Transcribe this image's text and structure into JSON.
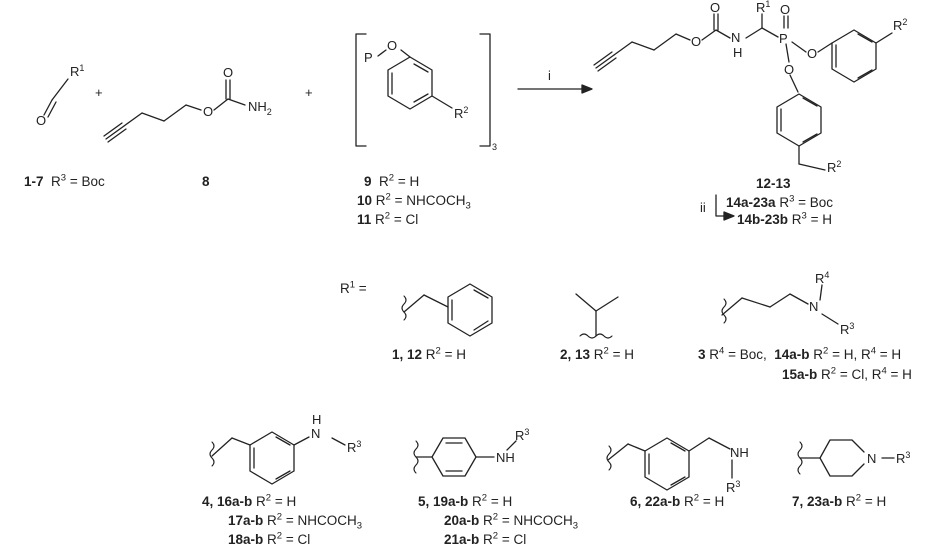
{
  "reaction": {
    "plus_1": "+",
    "plus_2": "+",
    "step_i": "i",
    "step_ii": "ii",
    "bracket_subscript": "3"
  },
  "atoms": {
    "O": "O",
    "N": "N",
    "H": "H",
    "P": "P",
    "NH": "NH",
    "NH2_main": "NH",
    "NH2_sub": "2",
    "R1_main": "R",
    "R1_sup": "1",
    "R2_main": "R",
    "R2_sup": "2",
    "R3_main": "R",
    "R3_sup": "3",
    "R4_main": "R",
    "R4_sup": "4"
  },
  "labels": {
    "c1_7": {
      "id": "1-7",
      "text": " = Boc"
    },
    "c8": {
      "id": "8"
    },
    "c9": {
      "id": "9",
      "text": " = H"
    },
    "c10": {
      "id": "10",
      "text": " = NHCOCH",
      "sub": "3"
    },
    "c11": {
      "id": "11",
      "text": " = Cl"
    },
    "c12_13": {
      "id": "12-13"
    },
    "c14a": {
      "id": "14a-23a",
      "text": " = Boc"
    },
    "c14b": {
      "id": "14b-23b",
      "text": " = H"
    },
    "r1_eq": {
      "text": " ="
    },
    "s1": {
      "id": "1, 12",
      "text": " = H"
    },
    "s2": {
      "id": "2, 13",
      "text": " = H"
    },
    "s3a": {
      "id": "3",
      "text": " = Boc,"
    },
    "s3b": {
      "id": "14a-b",
      "text": " = H, R",
      "text2": " = H"
    },
    "s3c": {
      "id": "15a-b",
      "text": " = Cl, R",
      "text2": " = H"
    },
    "s4": {
      "id": "4, 16a-b",
      "text": " = H"
    },
    "s17": {
      "id": "17a-b",
      "text": " = NHCOCH",
      "sub": "3"
    },
    "s18": {
      "id": "18a-b",
      "text": " = Cl"
    },
    "s5": {
      "id": "5, 19a-b",
      "text": " = H"
    },
    "s20": {
      "id": "20a-b",
      "text": " = NHCOCH",
      "sub": "3"
    },
    "s21": {
      "id": "21a-b",
      "text": " = Cl"
    },
    "s6": {
      "id": "6, 22a-b",
      "text": " = H"
    },
    "s7": {
      "id": "7, 23a-b",
      "text": " = H"
    }
  }
}
